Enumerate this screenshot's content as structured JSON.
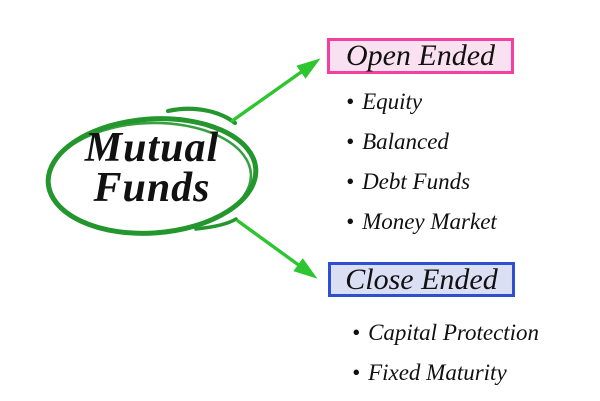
{
  "diagram": {
    "center": {
      "line1": "Mutual",
      "line2": "Funds"
    },
    "branches": [
      {
        "label": "Open Ended",
        "items": [
          "Equity",
          "Balanced",
          "Debt Funds",
          "Money Market"
        ]
      },
      {
        "label": "Close Ended",
        "items": [
          "Capital Protection",
          "Fixed Maturity"
        ]
      }
    ],
    "colors": {
      "background": "#ffffff",
      "ellipse-green": "#23962d",
      "arrow-green": "#2dc530",
      "open-border": "#f240a0",
      "open-bg": "#fae1f1",
      "close-border": "#2e4fd2",
      "close-bg": "#dbdff4",
      "text": "#111111"
    }
  }
}
